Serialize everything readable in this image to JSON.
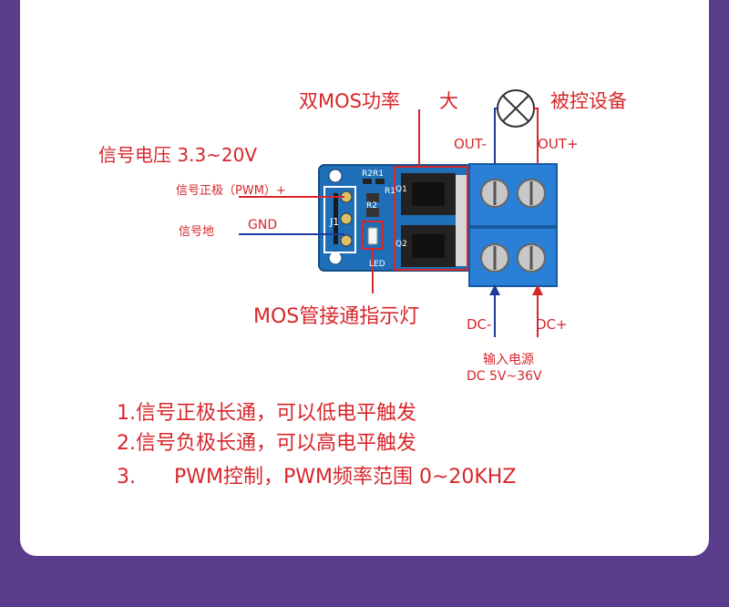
{
  "labels": {
    "dual_mos_power": "双MOS功率",
    "big": "大",
    "controlled_device": "被控设备",
    "out_minus": "OUT-",
    "out_plus": "OUT+",
    "signal_voltage": "信号电压 3.3~20V",
    "signal_positive": "信号正极（PWM）+",
    "signal_ground": "信号地",
    "gnd": "GND",
    "mos_indicator": "MOS管接通指示灯",
    "dc_minus": "DC-",
    "dc_plus": "DC+",
    "input_power": "输入电源",
    "input_range": "DC 5V~36V"
  },
  "pcb": {
    "j1": "J1",
    "r2r1": "R2R1",
    "r1": "R1",
    "r2": "R2",
    "q1": "Q1",
    "q2": "Q2",
    "led": "LED"
  },
  "notes": [
    "1.信号正极长通，可以低电平触发",
    "2.信号负极长通，可以高电平触发",
    "3.      PWM控制，PWM频率范围 0~20KHZ"
  ],
  "colors": {
    "background": "#5b3b8c",
    "card": "#ffffff",
    "red_text": "#d7262a",
    "blue_text": "#1e3a9a",
    "pcb": "#1f6fb8",
    "terminal": "#2a7fd6"
  }
}
